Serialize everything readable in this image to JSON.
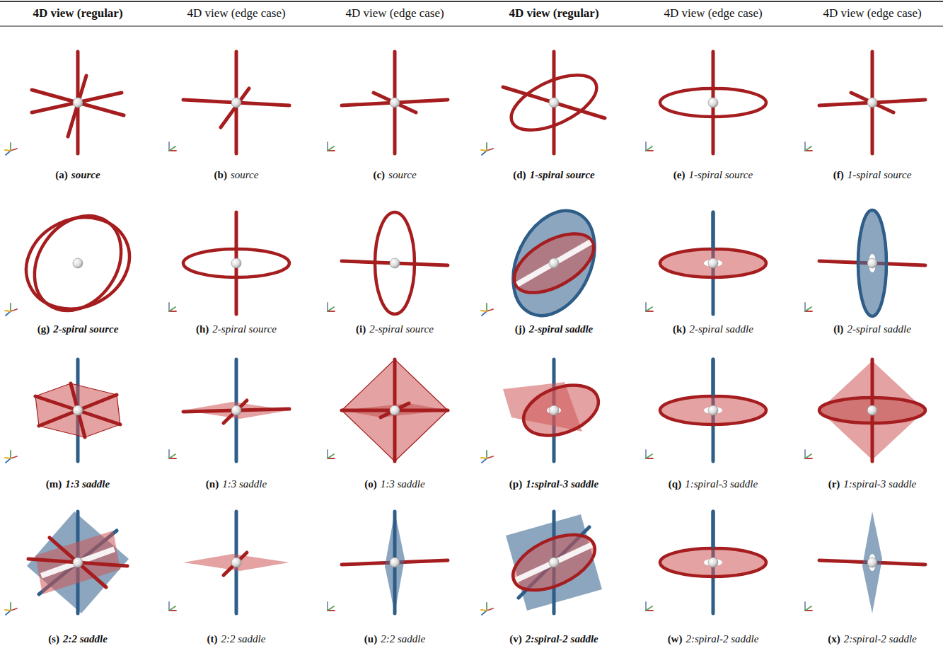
{
  "diagram": {
    "labels": [
      "4D view (regular)",
      "4D view (edge case)",
      "4D view (edge case)",
      "4D view (regular)",
      "4D view (edge case)",
      "4D view (edge case)",
      "(a)",
      "source",
      "(b)",
      "source",
      "(c)",
      "source",
      "(d)",
      "1-spiral source",
      "(e)",
      "1-spiral source",
      "(f)",
      "1-spiral source",
      "(g)",
      "2-spiral source",
      "(h)",
      "2-spiral source",
      "(i)",
      "2-spiral source",
      "(j)",
      "2-spiral saddle",
      "(k)",
      "2-spiral saddle",
      "(l)",
      "2-spiral saddle",
      "(m)",
      "1:3 saddle",
      "(n)",
      "1:3 saddle",
      "(o)",
      "1:3 saddle",
      "(p)",
      "1:spiral-3 saddle",
      "(q)",
      "1:spiral-3 saddle",
      "(r)",
      "1:spiral-3 saddle",
      "(s)",
      "2:2 saddle",
      "(t)",
      "2:2 saddle",
      "(u)",
      "2:2 saddle",
      "(v)",
      "2:spiral-2 saddle",
      "(w)",
      "2:spiral-2 saddle",
      "(x)",
      "2:spiral-2 saddle"
    ]
  }
}
